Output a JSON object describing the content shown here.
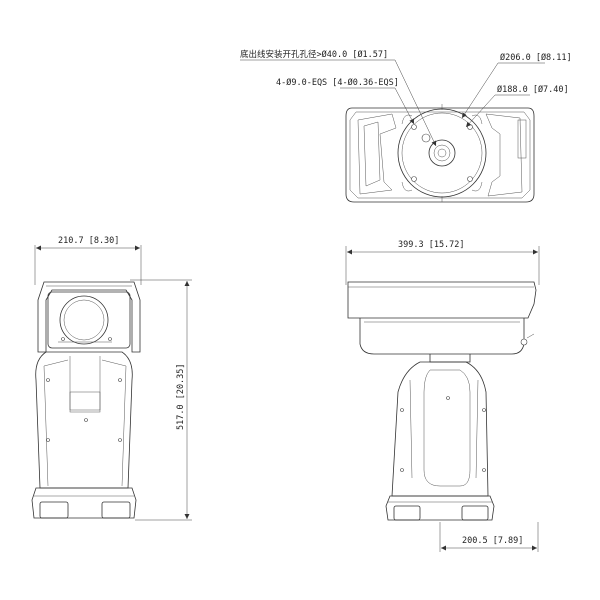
{
  "top_view": {
    "label_base_hole": "底出线安装开孔孔径>Ø40.0 [Ø1.57]",
    "label_holes": "4-Ø9.0-EQS [4-Ø0.36-EQS]",
    "label_outer_dia": "Ø206.0 [Ø8.11]",
    "label_inner_dia": "Ø188.0 [Ø7.40]"
  },
  "front_view": {
    "width_label": "210.7 [8.30]",
    "height_label": "517.0 [20.35]"
  },
  "side_view": {
    "length_label": "399.3 [15.72]",
    "base_label": "200.5 [7.89]"
  }
}
